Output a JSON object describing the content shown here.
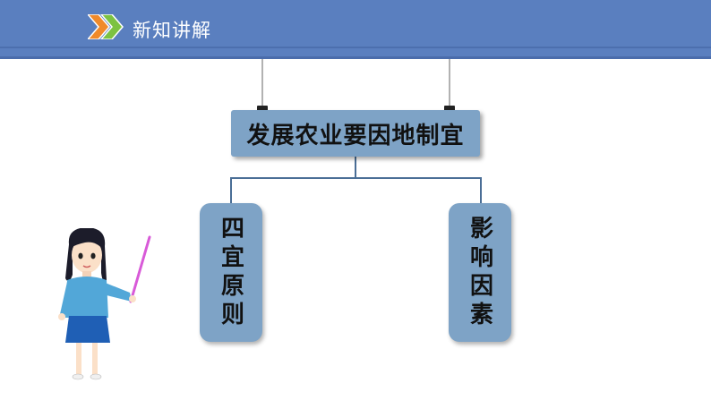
{
  "header": {
    "title": "新知讲解",
    "icon": "double-chevron-icon",
    "bar_color": "#5a7fbf",
    "chevron_colors": [
      "#f08a2a",
      "#7cc242"
    ]
  },
  "diagram": {
    "main": "发展农业要因地制宜",
    "left": "四宜原则",
    "right": "影响因素",
    "box_color": "#7ea3c6"
  },
  "illustration": "teacher-with-pointer"
}
